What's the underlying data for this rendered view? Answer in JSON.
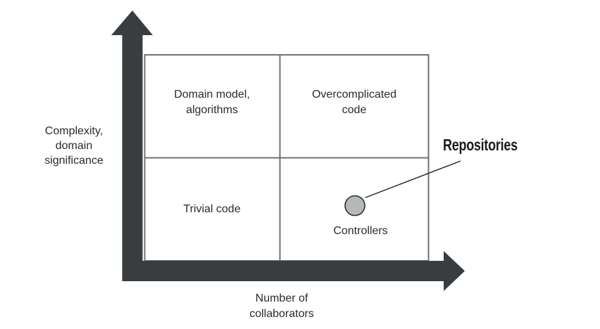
{
  "diagram": {
    "type": "quadrant-diagram",
    "y_axis_label": "Complexity,\ndomain\nsignificance",
    "x_axis_label": "Number of\ncollaborators",
    "quadrants": {
      "top_left": "Domain model,\nalgorithms",
      "top_right": "Overcomplicated\ncode",
      "bottom_left": "Trivial code",
      "bottom_right": "Controllers"
    },
    "annotation": {
      "label": "Repositories"
    },
    "colors": {
      "axis_arrow": "#393d40",
      "grid_line": "#6e7377",
      "marker_fill": "#b4bab8",
      "marker_stroke": "#2c2e2f",
      "annotation_line": "#1f1f1f",
      "text": "#2b2b2b",
      "background": "#ffffff"
    }
  }
}
